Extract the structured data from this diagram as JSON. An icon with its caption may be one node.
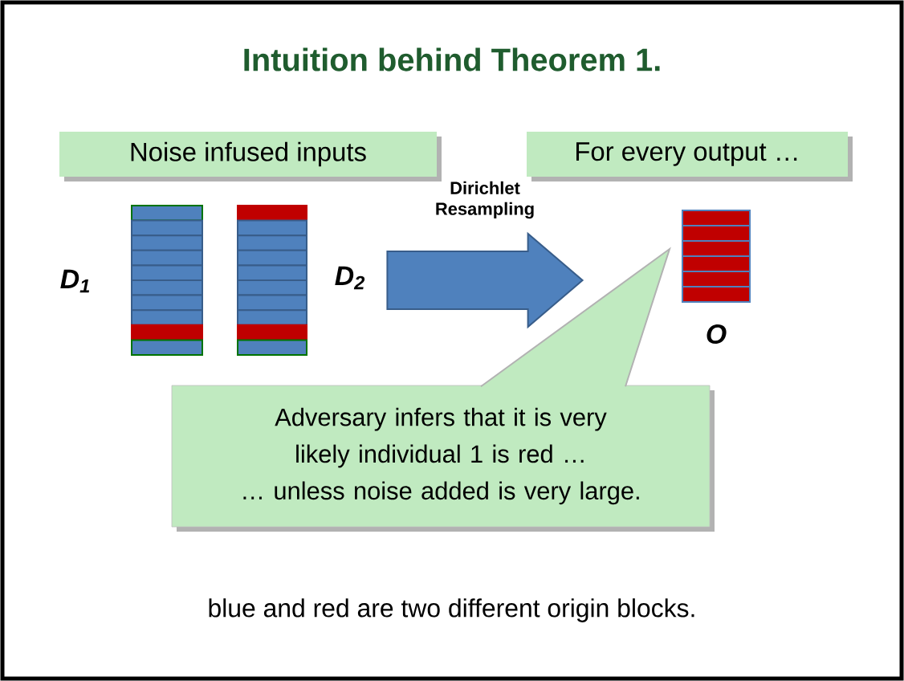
{
  "diagram": {
    "title": "Intuition behind Theorem 1.",
    "nodes": [
      {
        "text": [
          "Noise infused inputs"
        ]
      },
      {
        "text": [
          "For every output …"
        ]
      },
      {
        "text": [],
        "shape": "box"
      },
      {
        "text": [],
        "shape": "box"
      },
      {
        "text": [],
        "shape": "box"
      },
      {
        "text": [
          "Adversary infers that it is very likely individual 1 is red …",
          "… unless noise added is very large."
        ]
      }
    ],
    "edges": [
      {
        "from": 3,
        "to": 4,
        "arrow": "to",
        "label": "Dirichlet Resampling"
      }
    ],
    "labels": [
      "D$_{1}$",
      "D$_{2}$",
      "O",
      "blue and red are two different origin blocks."
    ]
  }
}
